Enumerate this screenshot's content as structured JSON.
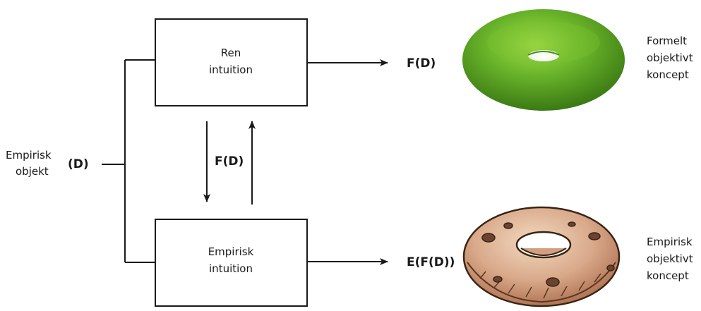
{
  "diagram": {
    "input": {
      "label_lines": [
        "Empirisk",
        "objekt"
      ],
      "symbol": "(D)"
    },
    "pure_intuition": {
      "label_lines": [
        "Ren",
        "intuition"
      ],
      "output": "F(D)"
    },
    "empirical_intuition": {
      "label_lines": [
        "Empirisk",
        "intuition"
      ],
      "output": "E(F(D))"
    },
    "middle_label": "F(D)",
    "top_concept": {
      "label_lines": [
        "Formelt",
        "objektivt",
        "koncept"
      ],
      "image": "smooth-green-torus"
    },
    "bottom_concept": {
      "label_lines": [
        "Empirisk",
        "objektivt",
        "koncept"
      ],
      "image": "sketched-doughnut"
    }
  }
}
